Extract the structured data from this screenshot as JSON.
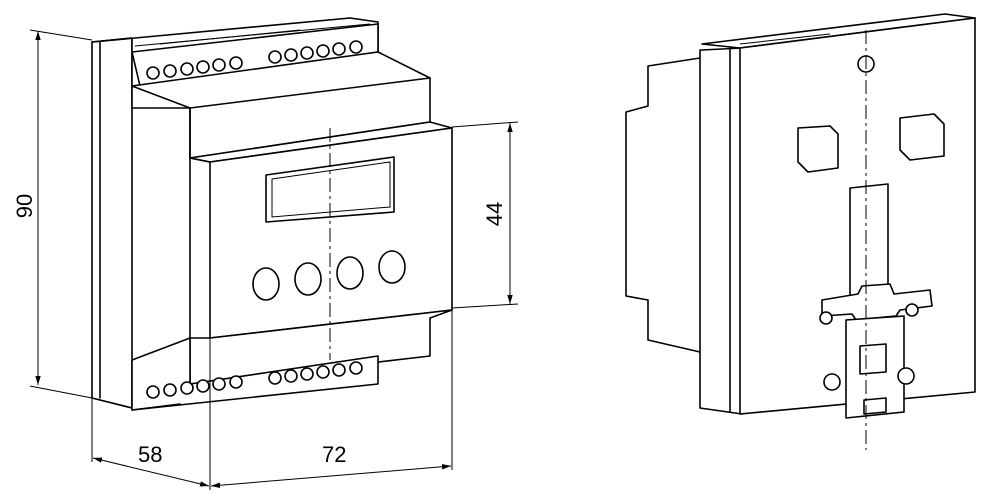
{
  "dimensions": {
    "height": "90",
    "display_height": "44",
    "depth": "58",
    "width": "72"
  }
}
